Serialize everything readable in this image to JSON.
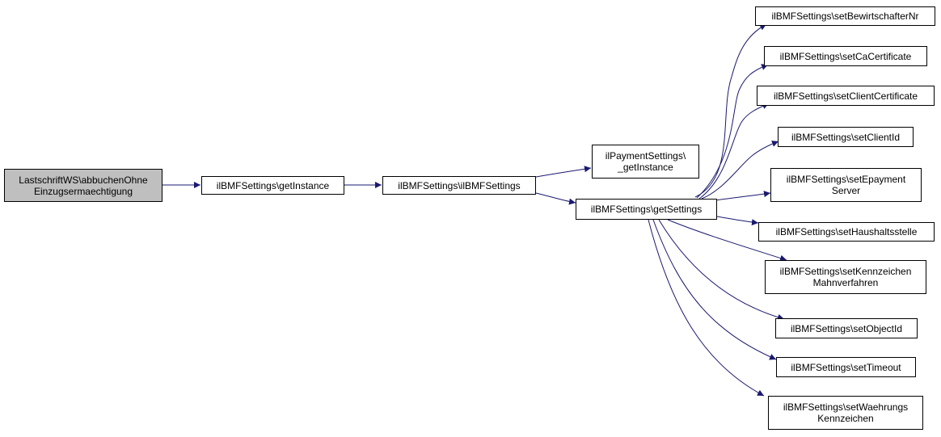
{
  "colors": {
    "edge": "#191970",
    "node_border": "#000000",
    "root_fill": "#bfbfbf",
    "node_fill": "#ffffff"
  },
  "nodes": {
    "root": {
      "line1": "LastschriftWS\\abbuchenOhne",
      "line2": "Einzugsermaechtigung"
    },
    "getInstance": {
      "line1": "ilBMFSettings\\getInstance"
    },
    "ctor": {
      "line1": "ilBMFSettings\\ilBMFSettings"
    },
    "payInstance": {
      "line1": "ilPaymentSettings\\",
      "line2": "_getInstance"
    },
    "getSettings": {
      "line1": "ilBMFSettings\\getSettings"
    },
    "setBewirtschafterNr": {
      "line1": "ilBMFSettings\\setBewirtschafterNr"
    },
    "setCaCertificate": {
      "line1": "ilBMFSettings\\setCaCertificate"
    },
    "setClientCertificate": {
      "line1": "ilBMFSettings\\setClientCertificate"
    },
    "setClientId": {
      "line1": "ilBMFSettings\\setClientId"
    },
    "setEpaymentServer": {
      "line1": "ilBMFSettings\\setEpayment",
      "line2": "Server"
    },
    "setHaushaltsstelle": {
      "line1": "ilBMFSettings\\setHaushaltsstelle"
    },
    "setKennzeichenMahnverfahren": {
      "line1": "ilBMFSettings\\setKennzeichen",
      "line2": "Mahnverfahren"
    },
    "setObjectId": {
      "line1": "ilBMFSettings\\setObjectId"
    },
    "setTimeout": {
      "line1": "ilBMFSettings\\setTimeout"
    },
    "setWaehrungsKennzeichen": {
      "line1": "ilBMFSettings\\setWaehrungs",
      "line2": "Kennzeichen"
    }
  }
}
